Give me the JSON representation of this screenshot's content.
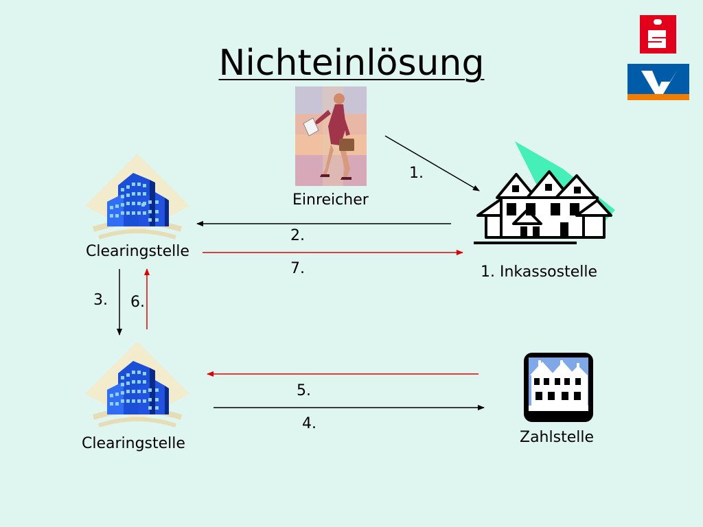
{
  "title": "Nichteinlösung",
  "colors": {
    "background": "#dff5ef",
    "arrow_black": "#000000",
    "arrow_red": "#e00000",
    "sparkasse_red": "#e2001a",
    "vb_blue": "#005ca9",
    "vb_orange": "#f07d00"
  },
  "nodes": {
    "einreicher": "Einreicher",
    "clearing_top": "Clearingstelle",
    "inkasso": "1. Inkassostelle",
    "clearing_bottom": "Clearingstelle",
    "zahlstelle": "Zahlstelle"
  },
  "steps": {
    "s1": "1.",
    "s2": "2.",
    "s3": "3.",
    "s4": "4.",
    "s5": "5.",
    "s6": "6.",
    "s7": "7."
  },
  "icons": {
    "woman": "businesswoman-clipart",
    "building": "office-building-clipart",
    "houses": "row-houses-clipart",
    "zahl": "townhouse-icon",
    "logo1": "sparkasse-logo",
    "logo2": "volksbank-logo"
  }
}
